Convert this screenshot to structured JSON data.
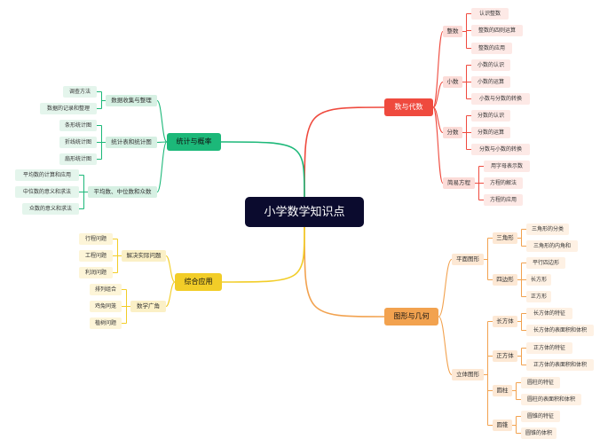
{
  "root": "小学数学知识点",
  "colors": {
    "red": "#ef4a3e",
    "orange": "#f2a24f",
    "green": "#1cb879",
    "yellow": "#f2cd28",
    "root_bg": "#0b0b2e"
  },
  "branches": {
    "number_algebra": {
      "label": "数与代数",
      "integers": {
        "label": "整数",
        "items": [
          "认识整数",
          "整数的四则运算",
          "整数的应用"
        ]
      },
      "decimals": {
        "label": "小数",
        "items": [
          "小数的认识",
          "小数的运算",
          "小数与分数的转换"
        ]
      },
      "fractions": {
        "label": "分数",
        "items": [
          "分数的认识",
          "分数的运算",
          "分数与小数的转换"
        ]
      },
      "equations": {
        "label": "简易方程",
        "items": [
          "用字母表示数",
          "方程的解法",
          "方程的应用"
        ]
      }
    },
    "geometry": {
      "label": "图形与几何",
      "plane": {
        "label": "平面图形",
        "triangle": {
          "label": "三角形",
          "items": [
            "三角形的分类",
            "三角形的内角和"
          ]
        },
        "quadrilateral": {
          "label": "四边形",
          "items": [
            "平行四边形",
            "长方形",
            "正方形"
          ]
        }
      },
      "solid": {
        "label": "立体图形",
        "cuboid": {
          "label": "长方体",
          "items": [
            "长方体的特征",
            "长方体的表面积和体积"
          ]
        },
        "cube": {
          "label": "正方体",
          "items": [
            "正方体的特征",
            "正方体的表面积和体积"
          ]
        },
        "cylinder": {
          "label": "圆柱",
          "items": [
            "圆柱的特征",
            "圆柱的表面积和体积"
          ]
        },
        "cone": {
          "label": "圆锥",
          "items": [
            "圆锥的特征",
            "圆锥的体积"
          ]
        }
      }
    },
    "statistics": {
      "label": "统计与概率",
      "collection": {
        "label": "数据收集与整理",
        "items": [
          "调查方法",
          "数据的记录和整理"
        ]
      },
      "charts": {
        "label": "统计表和统计图",
        "items": [
          "条形统计图",
          "折线统计图",
          "扇形统计图"
        ]
      },
      "averages": {
        "label": "平均数、中位数和众数",
        "items": [
          "平均数的计算和应用",
          "中位数的意义和求法",
          "众数的意义和求法"
        ]
      }
    },
    "application": {
      "label": "综合应用",
      "problems": {
        "label": "解决实际问题",
        "items": [
          "行程问题",
          "工程问题",
          "利润问题"
        ]
      },
      "math_wide": {
        "label": "数学广角",
        "items": [
          "排列组合",
          "鸡兔同笼",
          "植树问题"
        ]
      }
    }
  }
}
